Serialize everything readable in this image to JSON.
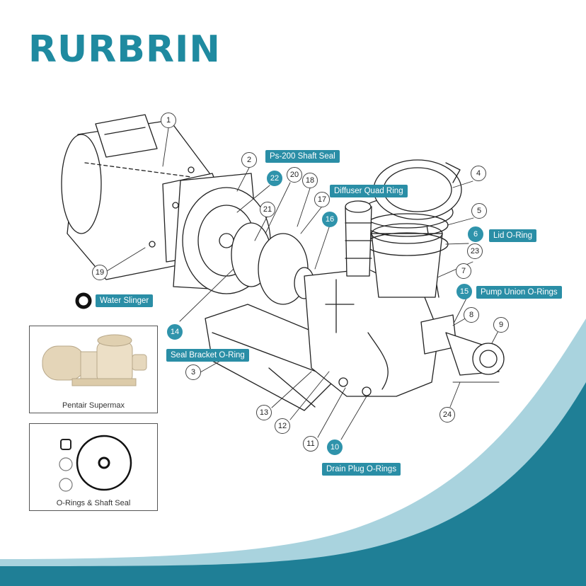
{
  "brand": "RURBRIN",
  "labels": {
    "shaft_seal": "Ps-200 Shaft Seal",
    "diffuser_ring": "Diffuser Quad Ring",
    "lid_oring": "Lid O-Ring",
    "union_orings": "Pump Union O-Rings",
    "water_slinger": "Water Slinger",
    "seal_bracket": "Seal Bracket O-Ring",
    "drain_plug": "Drain Plug O-Rings"
  },
  "callouts": {
    "c1": "1",
    "c2": "2",
    "c3": "3",
    "c4": "4",
    "c5": "5",
    "c6": "6",
    "c7": "7",
    "c8": "8",
    "c9": "9",
    "c10": "10",
    "c11": "11",
    "c12": "12",
    "c13": "13",
    "c14": "14",
    "c15": "15",
    "c16": "16",
    "c17": "17",
    "c18": "18",
    "c19": "19",
    "c20": "20",
    "c21": "21",
    "c22": "22",
    "c23": "23",
    "c24": "24"
  },
  "insets": {
    "pump_caption": "Pentair Supermax",
    "seal_caption": "O-Rings & Shaft Seal"
  },
  "colors": {
    "accent": "#2a8ea6",
    "wave_dark": "#1f7f96",
    "wave_light": "#9ccad6"
  }
}
